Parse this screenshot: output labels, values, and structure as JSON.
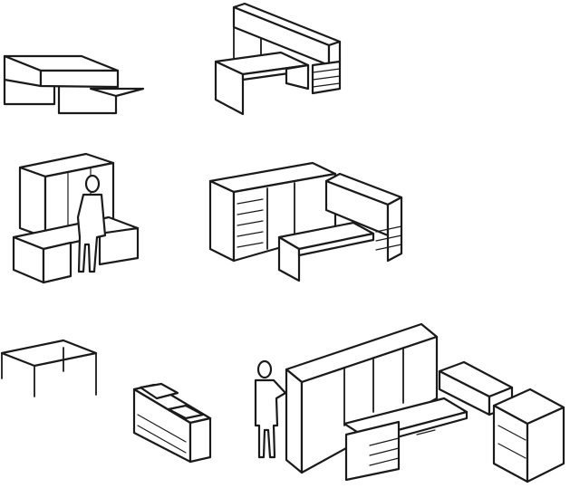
{
  "colors": {
    "ink": "#1a1a1a",
    "paper": "#ffffff"
  },
  "figures": [
    {
      "id": "bridge-storage-unit"
    },
    {
      "id": "desk-with-overhead-hutch"
    },
    {
      "id": "standing-workstation-with-person"
    },
    {
      "id": "l-shaped-workstation-with-pedestals"
    },
    {
      "id": "simple-table"
    },
    {
      "id": "low-storage-credenza"
    },
    {
      "id": "full-office-wall-system-with-person"
    }
  ]
}
